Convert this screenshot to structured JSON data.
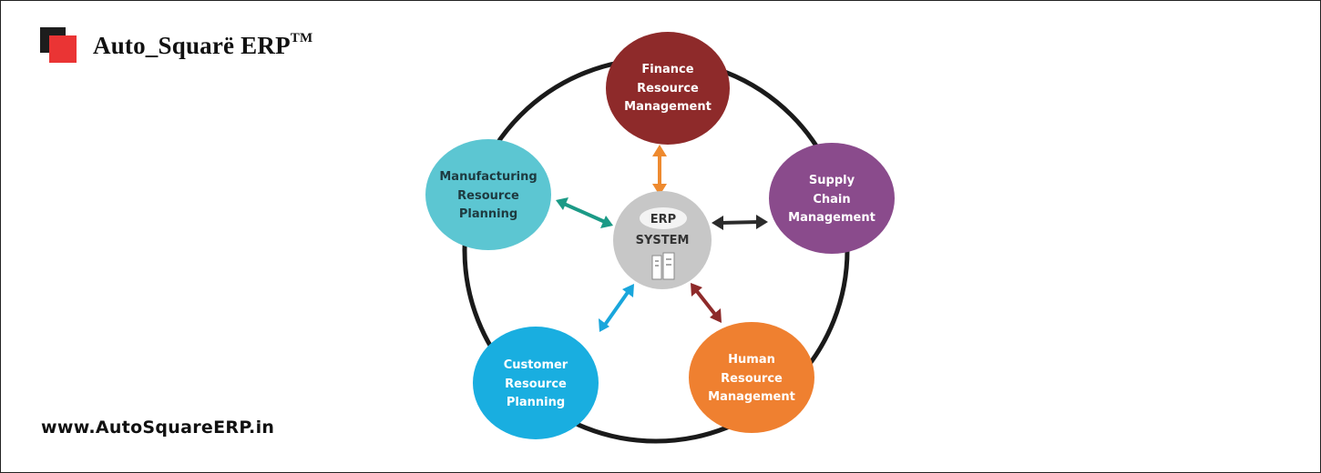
{
  "brand": {
    "name": "Auto_Squarë ERP",
    "trademark": "TM",
    "website": "www.AutoSquareERP.in",
    "colors": {
      "dark": "#1d1d1d",
      "red": "#ea3434"
    }
  },
  "diagram": {
    "center": {
      "line1": "ERP",
      "line2": "SYSTEM",
      "icon": "server-icon",
      "color": "#c7c7c7"
    },
    "nodes": [
      {
        "id": "finance",
        "lines": [
          "Finance",
          "Resource",
          "Management"
        ],
        "color": "#8e2a2a",
        "text_color": "#ffffff",
        "arrow_color": "#ee8a2f"
      },
      {
        "id": "supply",
        "lines": [
          "Supply",
          "Chain",
          "Management"
        ],
        "color": "#8a4b8c",
        "text_color": "#ffffff",
        "arrow_color": "#2b2b2b"
      },
      {
        "id": "human",
        "lines": [
          "Human",
          "Resource",
          "Management"
        ],
        "color": "#ef8030",
        "text_color": "#ffffff",
        "arrow_color": "#8e2a2a"
      },
      {
        "id": "customer",
        "lines": [
          "Customer",
          "Resource",
          "Planning"
        ],
        "color": "#19aee0",
        "text_color": "#ffffff",
        "arrow_color": "#19a6dc"
      },
      {
        "id": "manufacturing",
        "lines": [
          "Manufacturing",
          "Resource",
          "Planning"
        ],
        "color": "#5cc6d2",
        "text_color": "#1e3a40",
        "arrow_color": "#1b9a86"
      }
    ]
  }
}
